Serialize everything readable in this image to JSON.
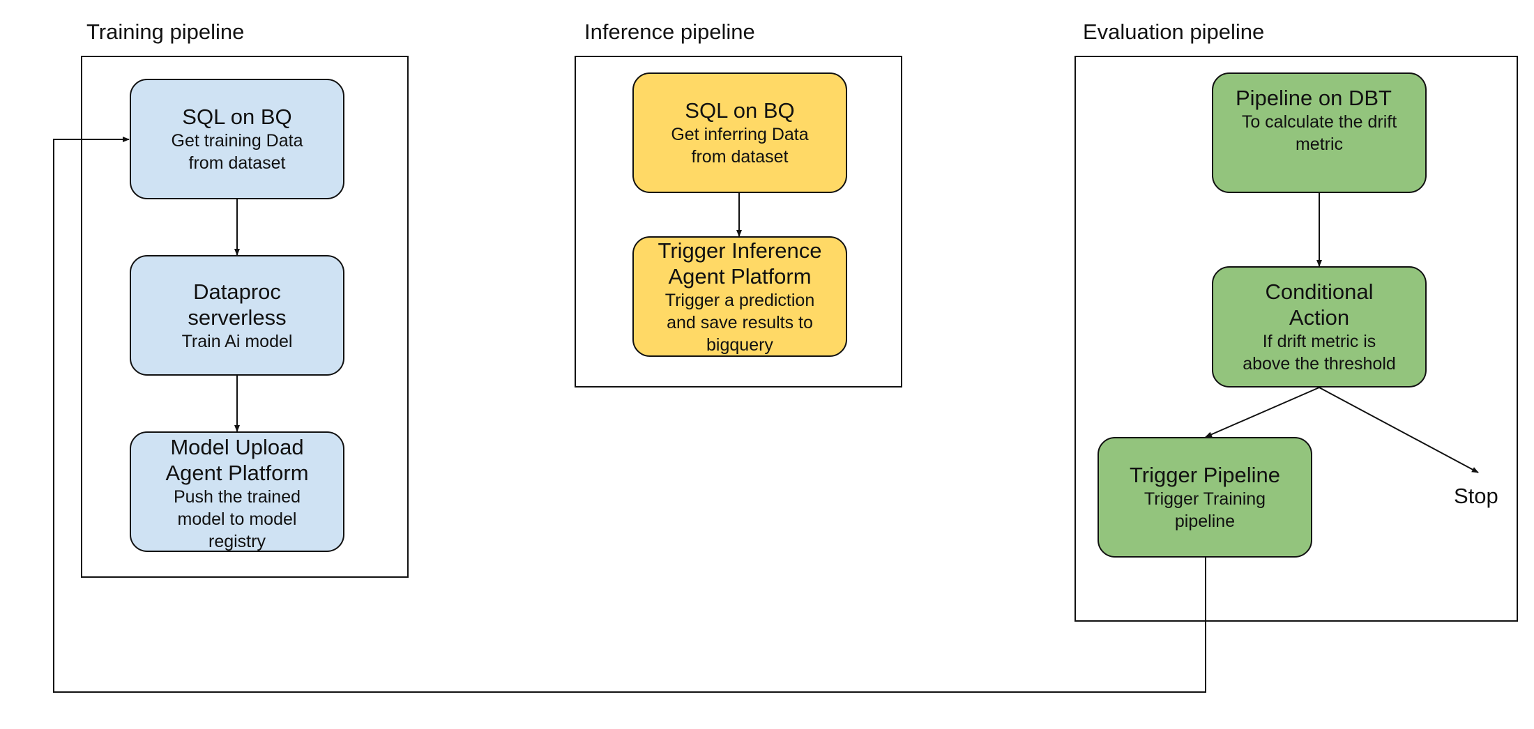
{
  "colors": {
    "training_fill": "#cfe2f3",
    "inference_fill": "#ffd966",
    "evaluation_fill": "#93c47d",
    "stroke": "#111111"
  },
  "training": {
    "title": "Training pipeline",
    "nodes": [
      {
        "title": "SQL on BQ",
        "desc": "Get training Data\nfrom dataset"
      },
      {
        "title": "Dataproc\nserverless",
        "desc": "Train Ai model"
      },
      {
        "title": "Model Upload\nAgent Platform",
        "desc": "Push the trained\nmodel to model\nregistry"
      }
    ]
  },
  "inference": {
    "title": "Inference pipeline",
    "nodes": [
      {
        "title": "SQL on BQ",
        "desc": "Get inferring Data\nfrom dataset"
      },
      {
        "title": "Trigger Inference\nAgent Platform",
        "desc": "Trigger a prediction\nand save results to\nbigquery"
      }
    ]
  },
  "evaluation": {
    "title": "Evaluation pipeline",
    "nodes": [
      {
        "title": "Pipeline on DBT",
        "desc": "To calculate the drift\nmetric"
      },
      {
        "title": "Conditional\nAction",
        "desc": "If drift metric is\nabove the threshold"
      },
      {
        "title": "Trigger Pipeline",
        "desc": "Trigger Training\npipeline"
      }
    ],
    "stop_label": "Stop"
  }
}
